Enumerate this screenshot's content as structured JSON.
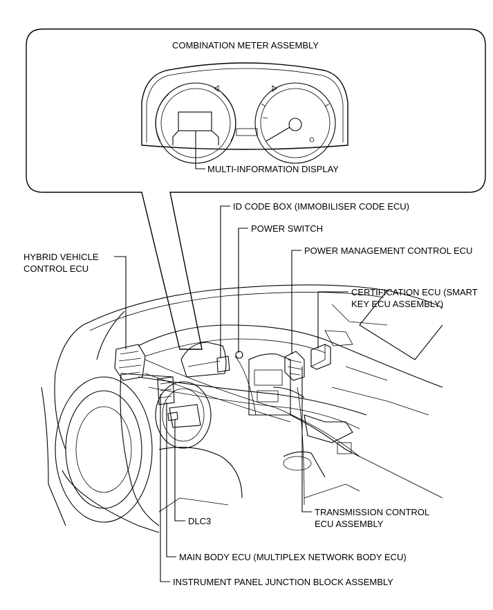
{
  "callout": {
    "title": "COMBINATION METER ASSEMBLY",
    "display_label": "MULTI-INFORMATION DISPLAY"
  },
  "labels": {
    "id_code_box": "ID CODE BOX (IMMOBILISER CODE ECU)",
    "power_switch": "POWER SWITCH",
    "hv_ecu_line1": "HYBRID VEHICLE",
    "hv_ecu_line2": "CONTROL ECU",
    "power_mgmt_ecu": "POWER MANAGEMENT CONTROL ECU",
    "cert_ecu_line1": "CERTIFICATION ECU (SMART",
    "cert_ecu_line2": "KEY ECU ASSEMBLY)",
    "transmission_line1": "TRANSMISSION CONTROL",
    "transmission_line2": "ECU ASSEMBLY",
    "dlc3": "DLC3",
    "main_body_ecu": "MAIN BODY ECU (MULTIPLEX NETWORK BODY ECU)",
    "ip_junction_block": "INSTRUMENT PANEL JUNCTION BLOCK ASSEMBLY"
  },
  "colors": {
    "line": "#000000",
    "background": "#ffffff"
  }
}
